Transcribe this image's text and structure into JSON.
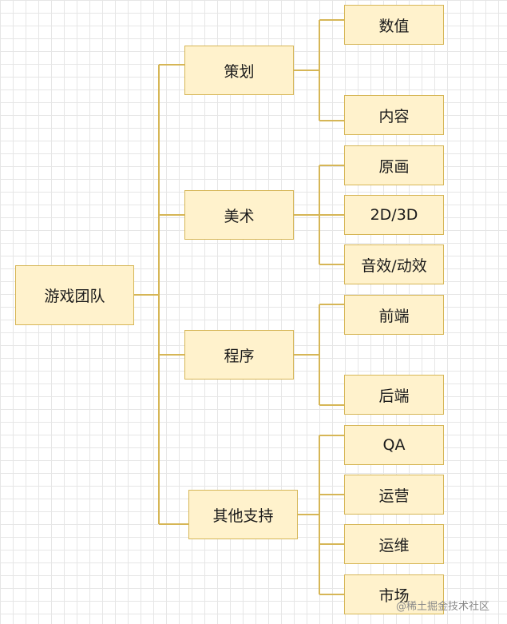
{
  "root": {
    "label": "游戏团队"
  },
  "categories": [
    {
      "label": "策划",
      "children": [
        "数值",
        "内容"
      ]
    },
    {
      "label": "美术",
      "children": [
        "原画",
        "2D/3D",
        "音效/动效"
      ]
    },
    {
      "label": "程序",
      "children": [
        "前端",
        "后端"
      ]
    },
    {
      "label": "其他支持",
      "children": [
        "QA",
        "运营",
        "运维",
        "市场"
      ]
    }
  ],
  "watermark": "@稀土掘金技术社区",
  "colors": {
    "node_fill": "#fff2cc",
    "node_border": "#d6b656",
    "connector": "#d6b656"
  }
}
